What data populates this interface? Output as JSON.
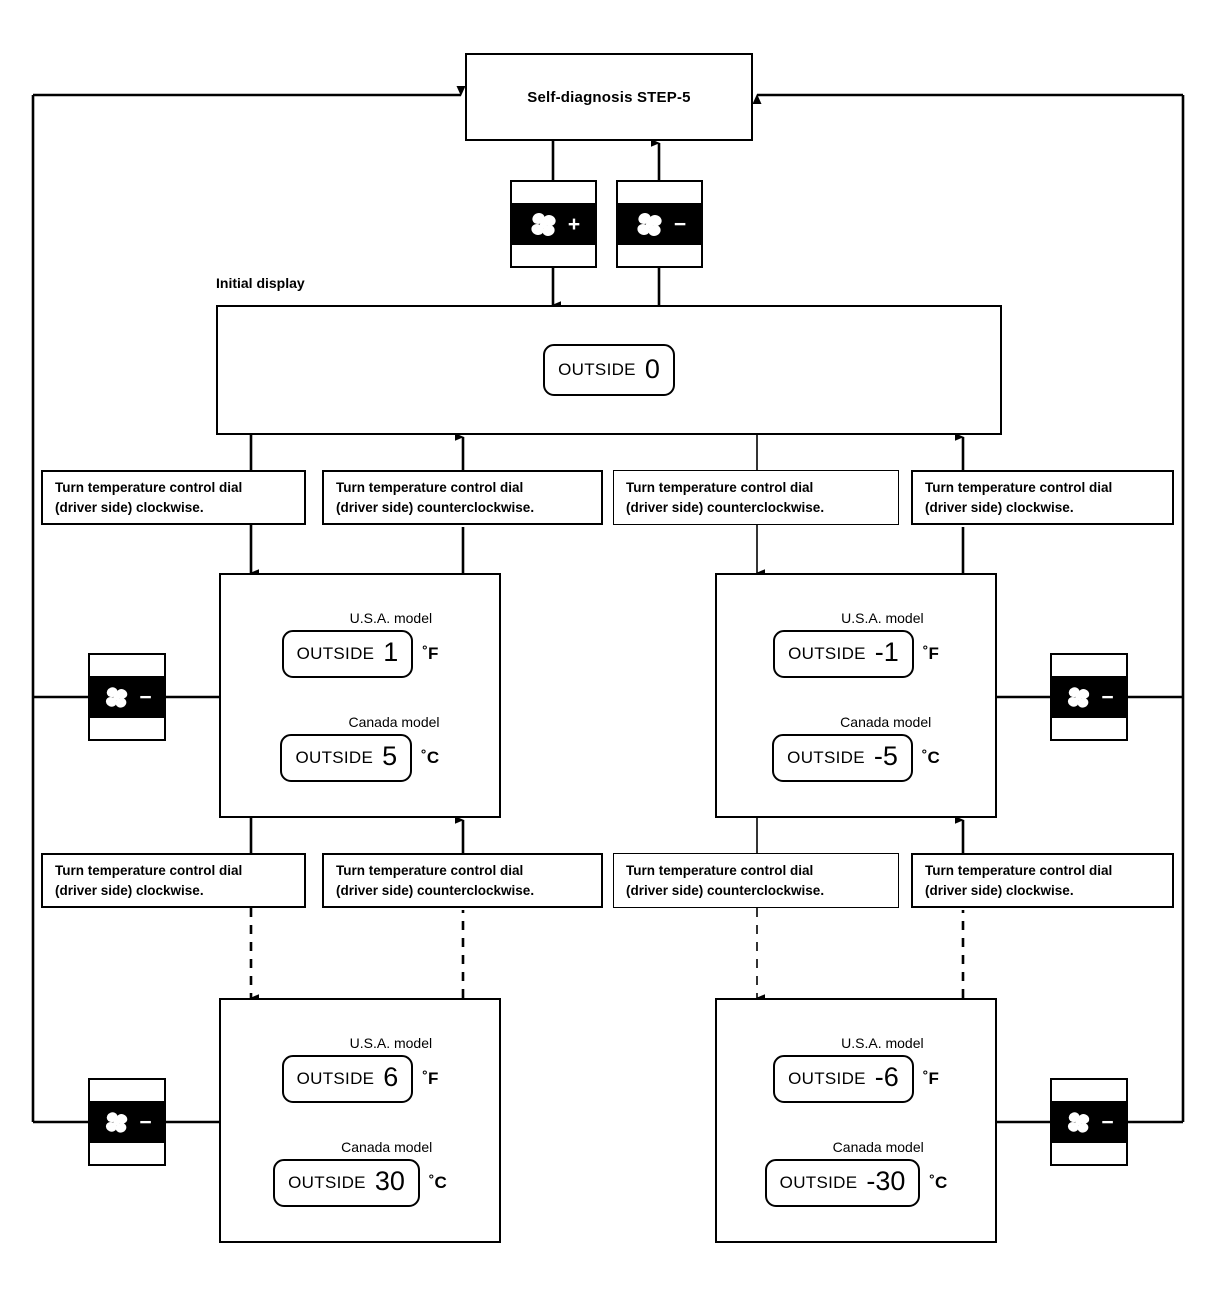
{
  "diagram": {
    "title": "Self-diagnosis STEP-5",
    "initial_display_caption": "Initial display",
    "line_color": "#000000",
    "background": "#ffffff"
  },
  "buttons": {
    "fan_increase": {
      "icon": "fan-icon",
      "sign": "+",
      "name": "fan-plus-button"
    },
    "fan_decrease": {
      "icon": "fan-icon",
      "sign": "−",
      "name": "fan-minus-button"
    }
  },
  "initial_display": {
    "readout": {
      "word": "OUTSIDE",
      "value": "0"
    }
  },
  "instructions": {
    "clockwise": {
      "line1": "Turn temperature control dial",
      "line2": "(driver side) clockwise."
    },
    "counterclockwise": {
      "line1": "Turn temperature control dial",
      "line2": "(driver side) counterclockwise."
    }
  },
  "model_labels": {
    "usa": "U.S.A. model",
    "canada": "Canada model"
  },
  "units": {
    "fahrenheit": "˚F",
    "celsius": "˚C"
  },
  "readouts": {
    "left_upper": {
      "usa": {
        "word": "OUTSIDE",
        "value": "1",
        "unit": "˚F"
      },
      "canada": {
        "word": "OUTSIDE",
        "value": "5",
        "unit": "˚C"
      }
    },
    "right_upper": {
      "usa": {
        "word": "OUTSIDE",
        "value": "-1",
        "unit": "˚F"
      },
      "canada": {
        "word": "OUTSIDE",
        "value": "-5",
        "unit": "˚C"
      }
    },
    "left_lower": {
      "usa": {
        "word": "OUTSIDE",
        "value": "6",
        "unit": "˚F"
      },
      "canada": {
        "word": "OUTSIDE",
        "value": "30",
        "unit": "˚C"
      }
    },
    "right_lower": {
      "usa": {
        "word": "OUTSIDE",
        "value": "-6",
        "unit": "˚F"
      },
      "canada": {
        "word": "OUTSIDE",
        "value": "-30",
        "unit": "˚C"
      }
    }
  },
  "side_buttons": {
    "left_upper": {
      "sign": "−"
    },
    "right_upper": {
      "sign": "−"
    },
    "left_lower": {
      "sign": "−"
    },
    "right_lower": {
      "sign": "−"
    }
  }
}
